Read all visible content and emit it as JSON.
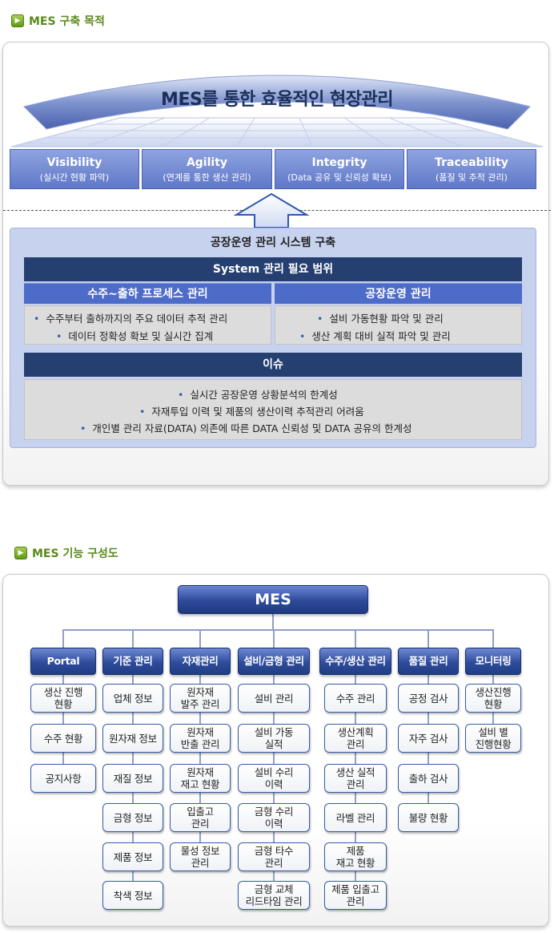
{
  "section1": {
    "title": "MES 구축 목적",
    "headline": "MES를 통한 효율적인 현장관리",
    "pillars": [
      {
        "en": "Visibility",
        "ko": "(실시간 현황 파악)"
      },
      {
        "en": "Agility",
        "ko": "(연계를 통한 생산 관리)"
      },
      {
        "en": "Integrity",
        "ko": "(Data 공유 및 신뢰성 확보)"
      },
      {
        "en": "Traceability",
        "ko": "(품질 및 추적 관리)"
      }
    ],
    "factory_title": "공장운영 관리 시스템 구축",
    "scope_title": "System 관리 필요 범위",
    "left_title": "수주~출하 프로세스 관리",
    "left_items": [
      "수주부터 출하까지의 주요 데이터 추적 관리",
      "데이터 정확성 확보 및 실시간 집계"
    ],
    "right_title": "공장운영 관리",
    "right_items": [
      "설비 가동현황 파악 및 관리",
      "생산 계획 대비 실적 파악 및 관리"
    ],
    "issue_title": "이슈",
    "issue_items": [
      "실시간 공장운영 상황분석의 한계성",
      "자재투입 이력 및 제품의 생산이력 추적관리 어려움",
      "개인별 관리 자료(DATA) 의존에 따른 DATA 신뢰성 및 DATA 공유의 한계성"
    ],
    "bullet": "•"
  },
  "section2": {
    "title": "MES 기능 구성도",
    "root": "MES",
    "categories": [
      {
        "label": "Portal",
        "items": [
          "생산 진행\n현황",
          "수주 현황",
          "공지사항"
        ]
      },
      {
        "label": "기준 관리",
        "items": [
          "업체 정보",
          "원자재 정보",
          "재질 정보",
          "금형 정보",
          "제품 정보",
          "착색 정보"
        ]
      },
      {
        "label": "자재관리",
        "items": [
          "원자재\n발주 관리",
          "원자재\n반출 관리",
          "원자재\n재고 현황",
          "입출고\n관리",
          "물성 정보\n관리"
        ]
      },
      {
        "label": "설비/금형 관리",
        "items": [
          "설비 관리",
          "설비 가동\n실적",
          "설비 수리\n이력",
          "금형 수리\n이력",
          "금형 타수\n관리",
          "금형 교체\n리드타임 관리"
        ]
      },
      {
        "label": "수주/생산 관리",
        "items": [
          "수주 관리",
          "생산계획\n관리",
          "생산 실적\n관리",
          "라벨 관리",
          "제품\n재고 현황",
          "제품 입출고\n관리"
        ]
      },
      {
        "label": "품질 관리",
        "items": [
          "공정 검사",
          "자주 검사",
          "출하 검사",
          "불량 현황"
        ]
      },
      {
        "label": "모니터링",
        "items": [
          "생산진행\n현황",
          "설비 별\n진행현황"
        ]
      }
    ]
  },
  "colors": {
    "accent_green": "#5a8a1c",
    "navy": "#253f70",
    "blue": "#4d6bc8",
    "light_blue": "#c7d2ef"
  },
  "icons": {
    "section_bullet": "chevron-right-icon"
  }
}
